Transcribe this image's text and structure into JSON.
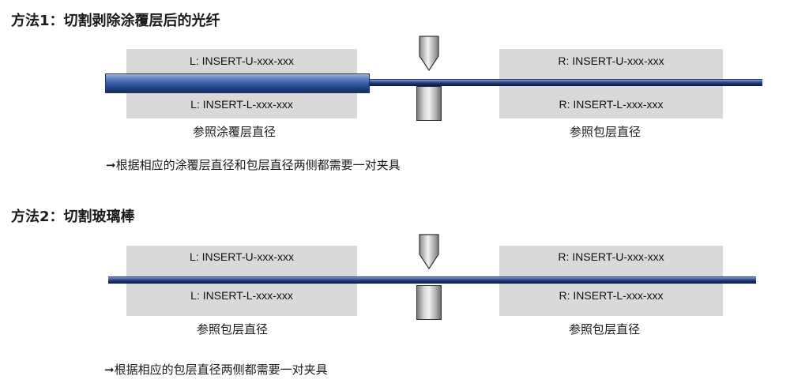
{
  "method1": {
    "title": "方法1：切割剥除涂覆层后的光纤",
    "left_upper": "L: INSERT-U-xxx-xxx",
    "left_lower": "L: INSERT-L-xxx-xxx",
    "right_upper": "R: INSERT-U-xxx-xxx",
    "right_lower": "R: INSERT-L-xxx-xxx",
    "left_ref": "参照涂覆层直径",
    "right_ref": "参照包层直径",
    "note": "根据相应的涂覆层直径和包层直径两侧都需要一对夹具"
  },
  "method2": {
    "title": "方法2：切割玻璃棒",
    "left_upper": "L: INSERT-U-xxx-xxx",
    "left_lower": "L: INSERT-L-xxx-xxx",
    "right_upper": "R: INSERT-U-xxx-xxx",
    "right_lower": "R: INSERT-L-xxx-xxx",
    "left_ref": "参照包层直径",
    "right_ref": "参照包层直径",
    "note": "根据相应的包层直径两侧都需要一对夹具"
  },
  "colors": {
    "fiber": "#24478f",
    "box": "#d9d9d9"
  }
}
